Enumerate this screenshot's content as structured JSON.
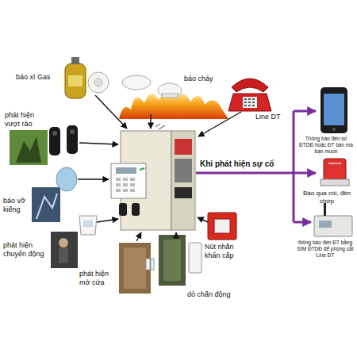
{
  "diagram": {
    "labels": [
      "báo xì Gas",
      "báo cháy",
      "Line DT",
      "phát hiện vượt rào",
      "báo vỡ kiếng",
      "phát hiện chuyển động",
      "phát hiện mở cửa",
      "dò chấn động",
      "Nút nhấn khẩn cấp",
      "Khi phát hiện sự cố",
      "Thông báo đến số ĐTDĐ hoặc ĐT bàn mà bạn muốn",
      "Báo qua còi, đèn chớp",
      "thông báo đến ĐT bằng SIM ĐTDĐ để phòng cắt Line ĐT"
    ]
  }
}
